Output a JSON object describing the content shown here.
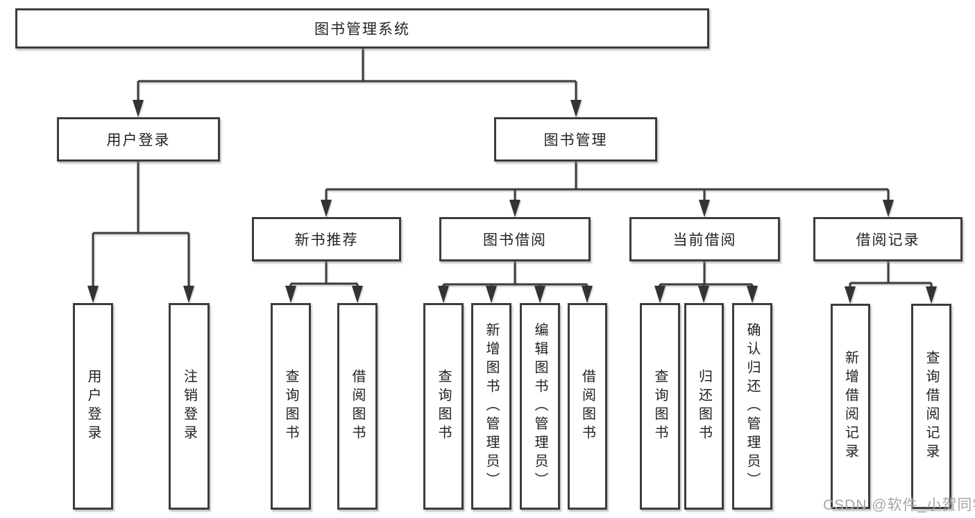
{
  "colors": {
    "line": "#3c3c3c",
    "box_border": "#3c3c3c",
    "box_background": "#ffffff",
    "text": "#222222",
    "watermark_text": "#a6a6a6"
  },
  "nodes": {
    "root": "图书管理系统",
    "level2": [
      "用户登录",
      "图书管理"
    ],
    "level3": [
      "新书推荐",
      "图书借阅",
      "当前借阅",
      "借阅记录"
    ],
    "leaves_login": [
      "用户登录",
      "注销登录"
    ],
    "leaves_new_book": [
      "查询图书",
      "借阅图书"
    ],
    "leaves_borrow": [
      "查询图书",
      "新增图书（管理员）",
      "编辑图书（管理员）",
      "借阅图书"
    ],
    "leaves_current": [
      "查询图书",
      "归还图书",
      "确认归还（管理员）"
    ],
    "leaves_record": [
      "新增借阅记录",
      "查询借阅记录"
    ]
  },
  "watermark": "CSDN @软件_小贺同学"
}
